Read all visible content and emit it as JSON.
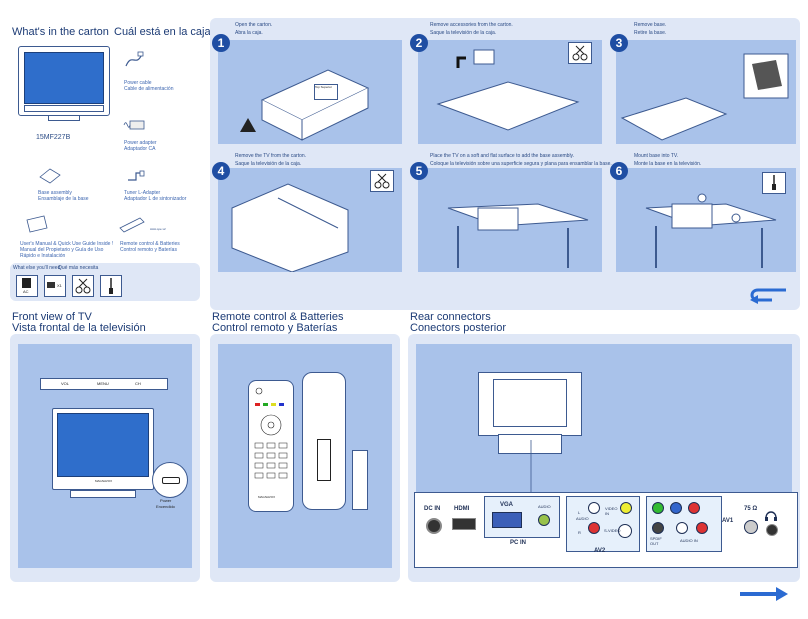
{
  "carton": {
    "title_en": "What's in the carton",
    "title_es": "Cuál está en la caja",
    "model": "15MF227B",
    "items": [
      {
        "en": "Power cable",
        "es": "Cable de alimentación"
      },
      {
        "en": "Power adapter",
        "es": "Adaptador CA"
      },
      {
        "en": "Base assembly",
        "es": "Ensamblaje de la base"
      },
      {
        "en": "Tuner L-Adapter",
        "es": "Adaptador L de sintonizador"
      },
      {
        "en": "User's Manual & Quick Use Guide Inside !",
        "es": "Manual del Propietario y Guía de Uso Rápido e Instalación"
      },
      {
        "en": "Remote control & Batteries",
        "es": "Control remoto y Baterías"
      }
    ],
    "battery_label": "AAA ope x2",
    "need_en": "What else you'll need",
    "need_es": "Qué más necesita",
    "need_items": [
      "AC",
      "X1"
    ]
  },
  "steps": [
    {
      "num": "1",
      "en": "Open the carton.",
      "es": "Abra la caja."
    },
    {
      "num": "2",
      "en": "Remove accessories from the carton.",
      "es": "Saque la televisión de la caja."
    },
    {
      "num": "3",
      "en": "Remove base.",
      "es": "Retire la base."
    },
    {
      "num": "4",
      "en": "Remove the TV from the carton.",
      "es": "Saque la televisión de la caja."
    },
    {
      "num": "5",
      "en": "Place the TV on a soft and flat surface to add the base assembly.",
      "es": "Coloque la televisión sobre una superficie segura y plana para ensamblar la base."
    },
    {
      "num": "6",
      "en": "Mount base into TV.",
      "es": "Monte la base en la televisión."
    }
  ],
  "step1_tag": "Top Superior",
  "front": {
    "title_en": "Front view of TV",
    "title_es": "Vista frontal de la televisión",
    "bar_labels": [
      "VOL",
      "MENU",
      "CH"
    ],
    "brand": "MAGNAVOX",
    "power_en": "Power",
    "power_es": "Encendido"
  },
  "remote": {
    "title_en": "Remote control & Batteries",
    "title_es": "Control remoto y Baterías",
    "brand": "MAGNAVOX"
  },
  "rear": {
    "title_en": "Rear connectors",
    "title_es": "Conectors posterior",
    "dc_in": "DC IN",
    "hdmi": "HDMI",
    "vga": "VGA",
    "audio": "AUDIO",
    "pc_in": "PC IN",
    "av2": "AV2",
    "av1": "AV1",
    "video_in": "VIDEO IN",
    "svideo": "S-VIDEO",
    "audio_in": "AUDIO IN",
    "spdif": "SPDIF OUT",
    "l_label": "L",
    "r_label": "R",
    "ohm": "75 Ω"
  },
  "colors": {
    "accent": "#1f4ea3",
    "panel": "#dfe7f6",
    "photo": "#a9c2ea"
  }
}
